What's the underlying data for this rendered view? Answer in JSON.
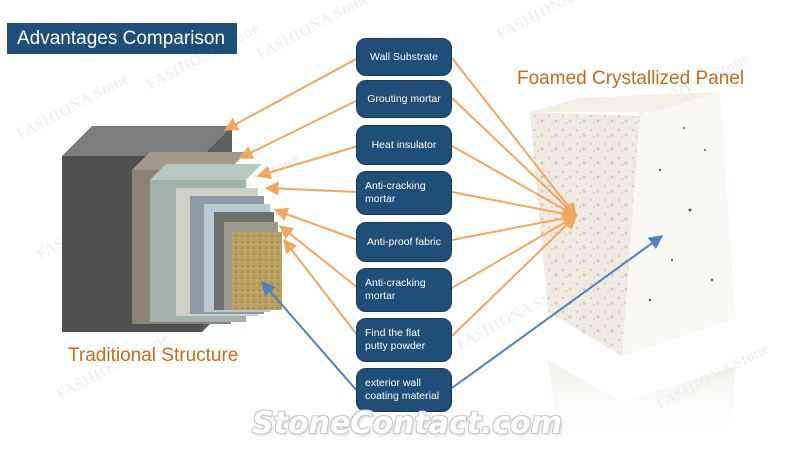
{
  "title": "Advantages Comparison",
  "right_heading": "Foamed Crystallized Panel",
  "left_heading": "Traditional Structure",
  "layers": [
    "Wall Substrate",
    "Grouting mortar",
    "Heat insulator",
    "Anti-cracking mortar",
    "Anti-proof fabric",
    "Anti-cracking mortar",
    "Find the flat putty powder",
    "exterior wall coating material"
  ],
  "watermark_text": "FASHIONA Stone",
  "site_mark": "StoneContact.com",
  "colors": {
    "box_fill": "#1f4e79",
    "orange_arrow": "#f0a860",
    "blue_arrow": "#4f81bd",
    "heading": "#c86b1a"
  }
}
